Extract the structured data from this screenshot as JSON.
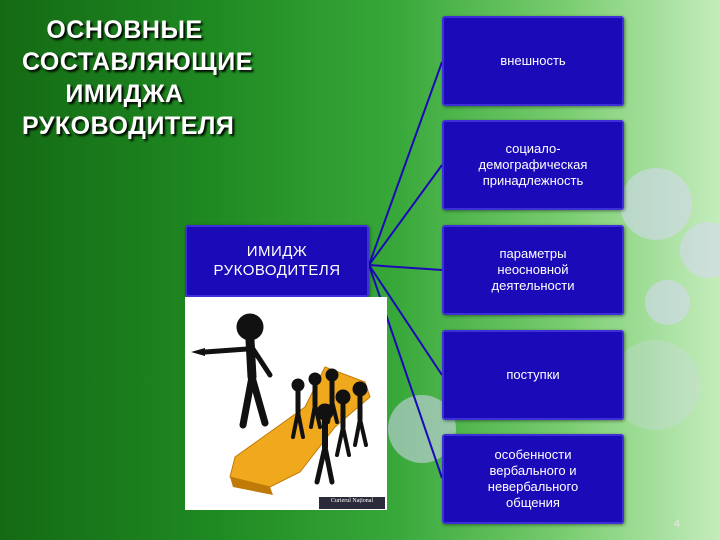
{
  "slide": {
    "title_lines": [
      "ОСНОВНЫЕ",
      "СОСТАВЛЯЮЩИЕ",
      "ИМИДЖА",
      "РУКОВОДИТЕЛЯ"
    ],
    "center_lines": [
      "ИМИДЖ",
      "РУКОВОДИТЕЛЯ"
    ],
    "items": [
      {
        "lines": [
          "внешность"
        ]
      },
      {
        "lines": [
          "социало-",
          "демографическая",
          "принадлежность"
        ]
      },
      {
        "lines": [
          "параметры",
          "неосновной",
          "деятельности"
        ]
      },
      {
        "lines": [
          "поступки"
        ]
      },
      {
        "lines": [
          "особенности",
          "вербального и",
          "невербального",
          "общения"
        ]
      }
    ],
    "image_caption": "Curierul Național",
    "page_number": "4"
  },
  "colors": {
    "box_fill": "#1a0ab8",
    "connector": "#1a0ab8",
    "arrow": "#f0a81c"
  }
}
